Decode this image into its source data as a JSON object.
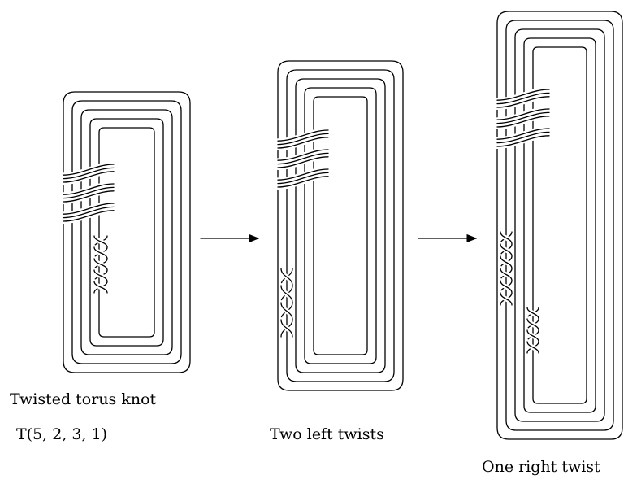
{
  "figure": {
    "panels": [
      {
        "caption_lines": [
          "Twisted torus knot",
          "T(5, 2, 3, 1)"
        ],
        "strands": 5,
        "twist_rows": 3,
        "clasps": 5
      },
      {
        "caption_lines": [
          "Two left twists"
        ],
        "strands": 5,
        "twist_rows": 3,
        "clasps": 4
      },
      {
        "caption_lines": [
          "One right twist"
        ],
        "strands": 5,
        "twist_rows": 3,
        "clasps": 6
      }
    ],
    "arrows": [
      {
        "from_panel": 1,
        "to_panel": 2
      },
      {
        "from_panel": 2,
        "to_panel": 3
      }
    ]
  }
}
